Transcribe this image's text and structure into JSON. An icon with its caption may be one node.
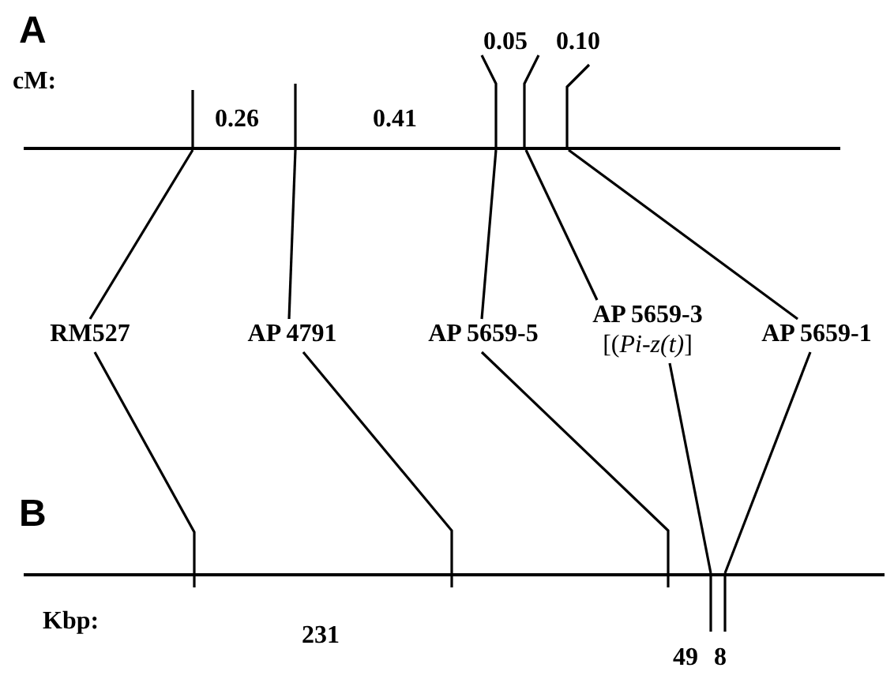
{
  "diagram": {
    "nodes": [
      {
        "text": [],
        "shape": "bar"
      },
      {
        "text": [
          "RM527"
        ]
      },
      {
        "text": [
          "AP 4791"
        ]
      },
      {
        "text": [
          "AP 5659-5"
        ]
      },
      {
        "text": [
          "AP 5659-3",
          "[(*Pi-z(t)*]"
        ]
      },
      {
        "text": [
          "AP 5659-1"
        ]
      },
      {
        "text": [],
        "shape": "bar"
      }
    ],
    "edges": [
      {
        "from": 0,
        "to": 1,
        "arrow": "none"
      },
      {
        "from": 0,
        "to": 2,
        "arrow": "none"
      },
      {
        "from": 0,
        "to": 3,
        "arrow": "none"
      },
      {
        "from": 0,
        "to": 4,
        "arrow": "none"
      },
      {
        "from": 0,
        "to": 5,
        "arrow": "none"
      },
      {
        "from": 1,
        "to": 6,
        "arrow": "none"
      },
      {
        "from": 2,
        "to": 6,
        "arrow": "none"
      },
      {
        "from": 3,
        "to": 6,
        "arrow": "none"
      },
      {
        "from": 4,
        "to": 6,
        "arrow": "none"
      },
      {
        "from": 5,
        "to": 6,
        "arrow": "none"
      }
    ],
    "labels": [
      "A",
      "0.05",
      "0.10",
      "cM:",
      "0.26",
      "0.41",
      "B",
      "Kbp:",
      "231",
      "49",
      "8"
    ]
  }
}
